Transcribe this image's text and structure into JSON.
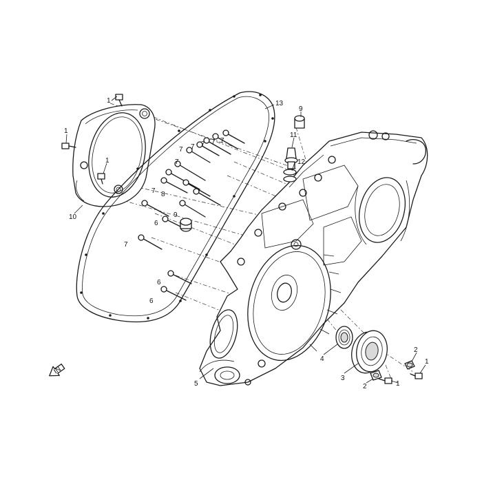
{
  "callouts": [
    {
      "id": "c1a",
      "text": "1"
    },
    {
      "id": "c1b",
      "text": "1"
    },
    {
      "id": "c1c",
      "text": "1"
    },
    {
      "id": "c1d",
      "text": "1"
    },
    {
      "id": "c1e",
      "text": "1"
    },
    {
      "id": "c2a",
      "text": "2"
    },
    {
      "id": "c2b",
      "text": "2"
    },
    {
      "id": "c3",
      "text": "3"
    },
    {
      "id": "c4",
      "text": "4"
    },
    {
      "id": "c5",
      "text": "5"
    },
    {
      "id": "c6a",
      "text": "6"
    },
    {
      "id": "c6b",
      "text": "6"
    },
    {
      "id": "c6c",
      "text": "6"
    },
    {
      "id": "c7a",
      "text": "7"
    },
    {
      "id": "c7b",
      "text": "7"
    },
    {
      "id": "c7c",
      "text": "7"
    },
    {
      "id": "c7d",
      "text": "7"
    },
    {
      "id": "c7e",
      "text": "7"
    },
    {
      "id": "c7f",
      "text": "7"
    },
    {
      "id": "c7g",
      "text": "7"
    },
    {
      "id": "c7h",
      "text": "7"
    },
    {
      "id": "c8",
      "text": "8"
    },
    {
      "id": "c9a",
      "text": "9"
    },
    {
      "id": "c9b",
      "text": "9"
    },
    {
      "id": "c10",
      "text": "10"
    },
    {
      "id": "c11",
      "text": "11"
    },
    {
      "id": "c12",
      "text": "12"
    },
    {
      "id": "c13",
      "text": "13"
    }
  ],
  "front_arrow_label": "IN"
}
